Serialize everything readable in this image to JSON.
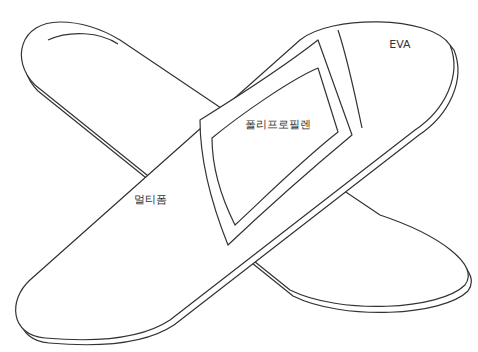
{
  "diagram": {
    "labels": [
      "EVA",
      "폴리프로필렌",
      "멀티폼"
    ]
  }
}
